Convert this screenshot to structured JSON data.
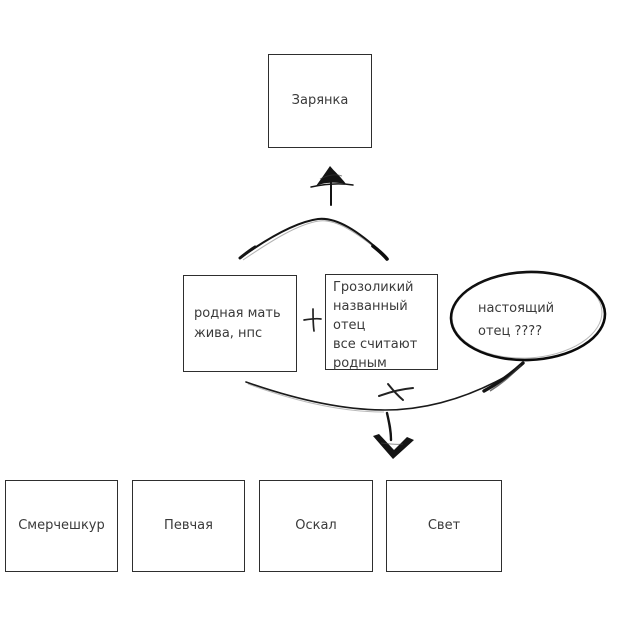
{
  "diagram": {
    "child_top": {
      "label": "Зарянка"
    },
    "mother": {
      "lines": [
        "родная мать",
        "жива, нпс"
      ]
    },
    "named_father": {
      "lines": [
        "Грозоликий",
        "названный",
        "отец",
        "все считают",
        "родным"
      ]
    },
    "real_father": {
      "lines": [
        "настоящий",
        "отец ????"
      ]
    },
    "children_bottom": [
      "Смерчешкур",
      "Певчая",
      "Оскал",
      "Свет"
    ],
    "symbols": {
      "union_plus": "+",
      "offspring_plus": "+"
    },
    "colors": {
      "stroke": "#141414",
      "border": "#2e2e2e",
      "text": "#3a3a3a",
      "background": "#ffffff"
    }
  }
}
